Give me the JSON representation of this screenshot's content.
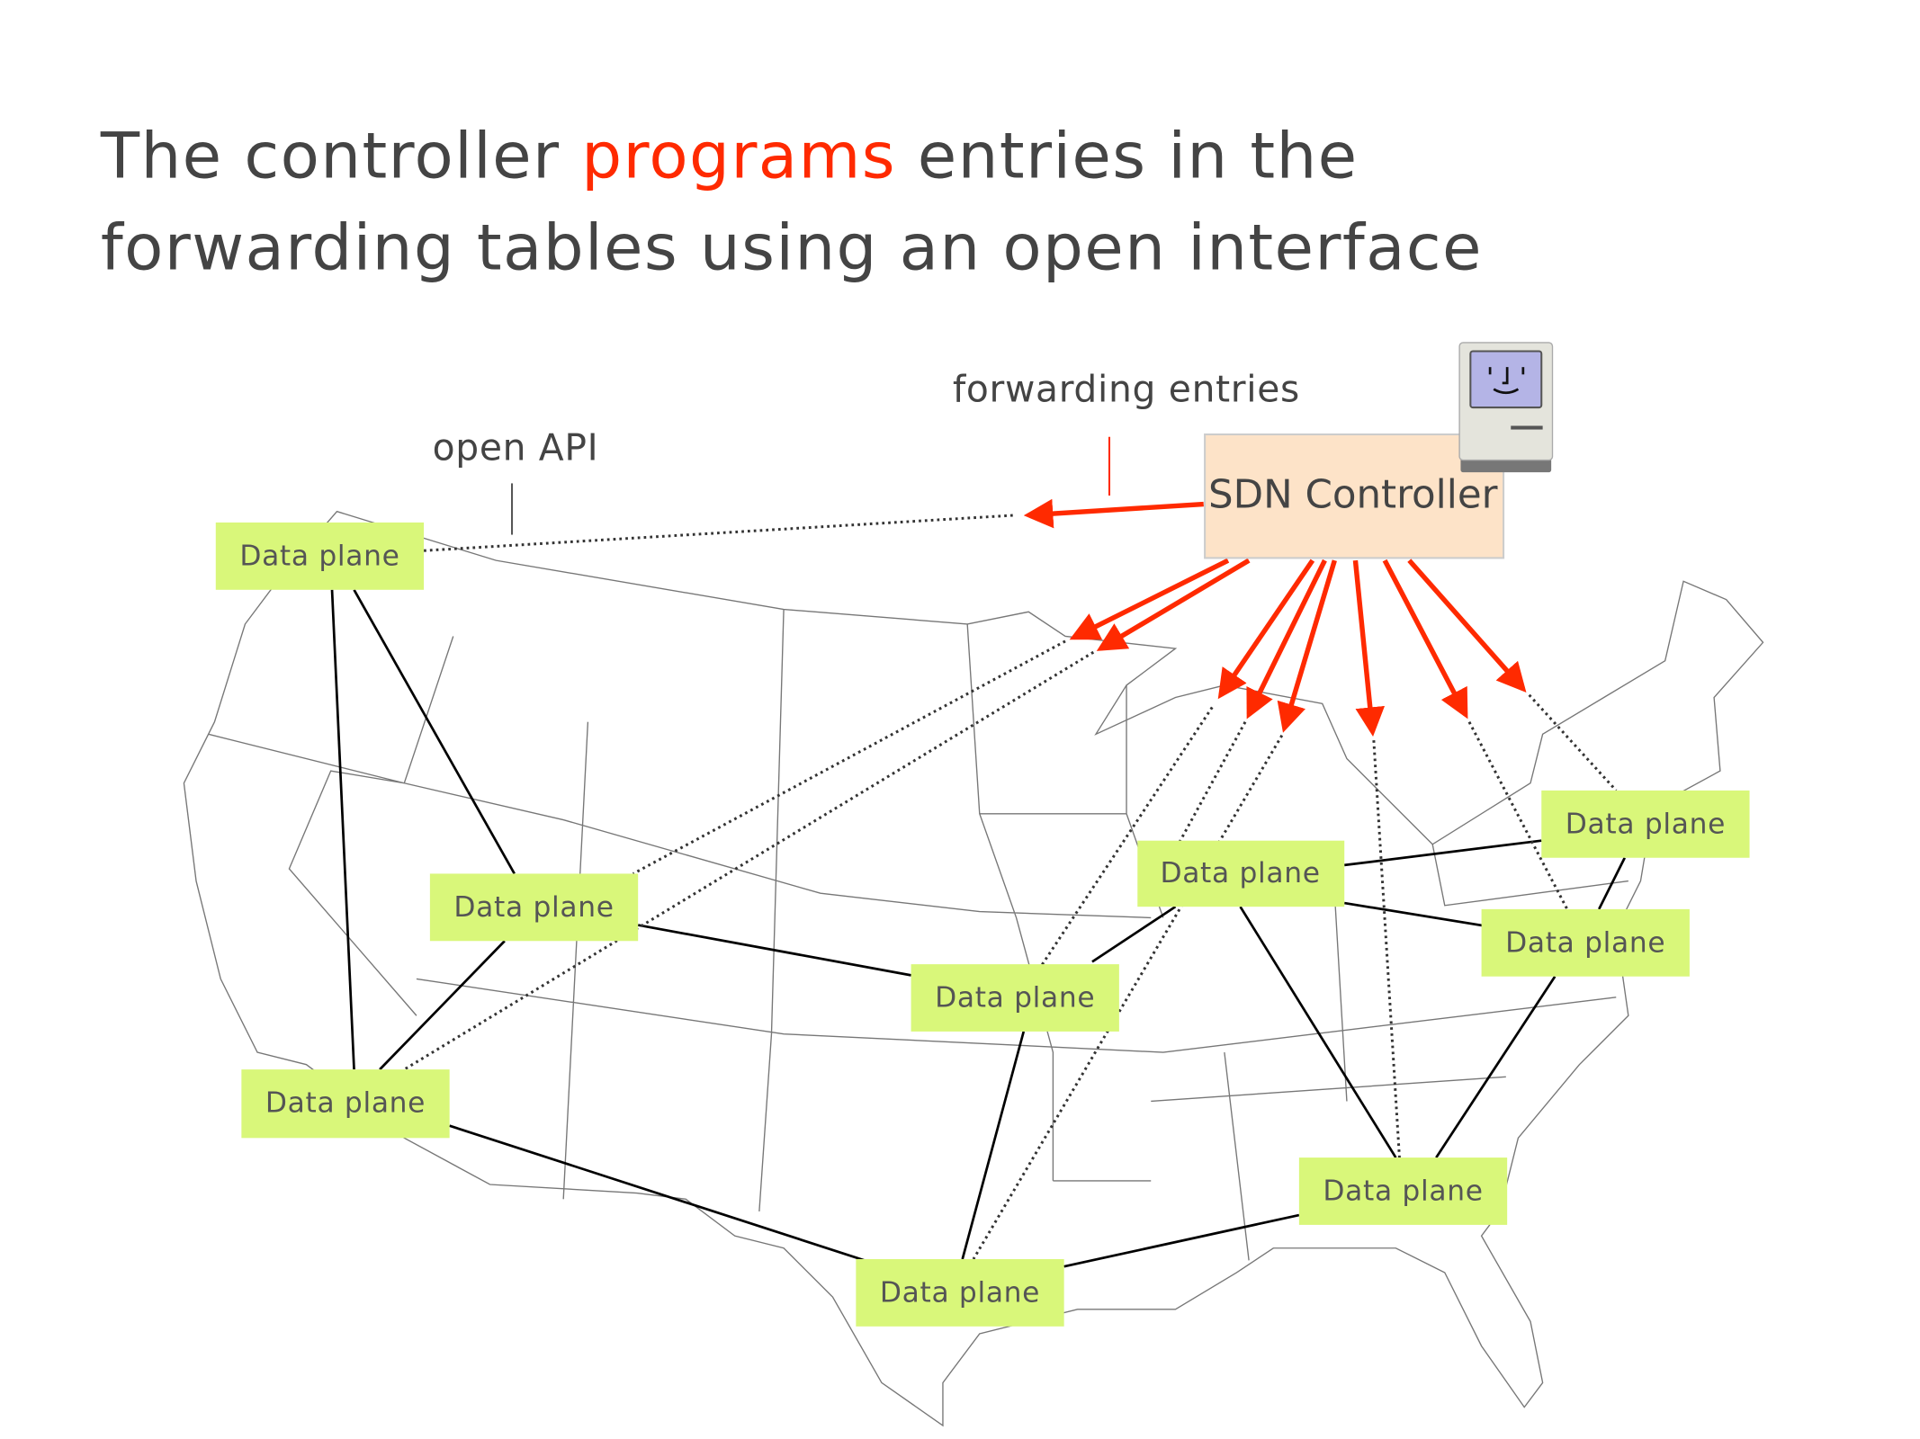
{
  "title": {
    "line1_before": "The controller ",
    "line1_highlight": "programs",
    "line1_after": " entries in the",
    "line2": "forwarding tables using an open interface"
  },
  "labels": {
    "open_api": "open API",
    "forwarding_entries": "forwarding entries",
    "controller": "SDN Controller"
  },
  "nodes": [
    "Data plane",
    "Data plane",
    "Data plane",
    "Data plane",
    "Data plane",
    "Data plane",
    "Data plane",
    "Data plane",
    "Data plane"
  ],
  "colors": {
    "accent": "#ff2a00",
    "data_plane": "#d9f77a",
    "controller": "#fde3c8",
    "text": "#444444"
  }
}
